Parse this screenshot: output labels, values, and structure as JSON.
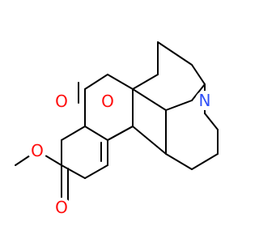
{
  "molecule": {
    "atoms": [
      {
        "id": "o_carbonyl",
        "symbol": "O",
        "color": "#ff0d0d"
      },
      {
        "id": "o_ring",
        "symbol": "O",
        "color": "#ff0d0d"
      },
      {
        "id": "n_amine",
        "symbol": "N",
        "color": "#3050f8"
      },
      {
        "id": "o_ester_single",
        "symbol": "O",
        "color": "#ff0d0d"
      },
      {
        "id": "o_ester_double",
        "symbol": "O",
        "color": "#ff0d0d"
      }
    ],
    "colors": {
      "bond": "#000000",
      "oxygen": "#ff0d0d",
      "nitrogen": "#3050f8",
      "background": "#ffffff"
    }
  }
}
